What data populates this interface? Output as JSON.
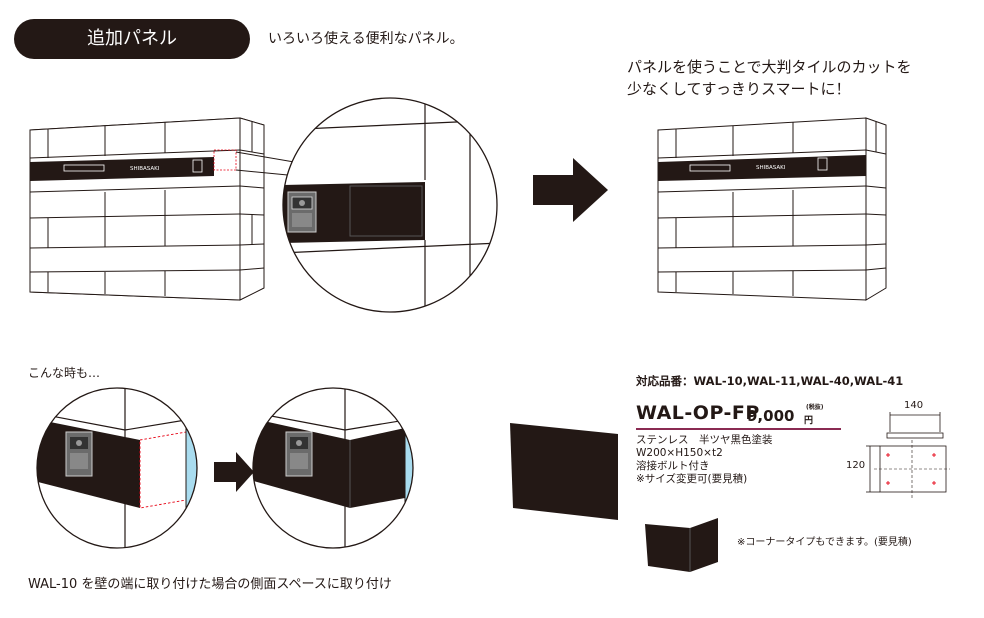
{
  "header": {
    "title": "追加パネル",
    "tagline": "いろいろ使える便利なパネル。"
  },
  "panel_illustration": {
    "nameplate_text": "SHIBASAKI"
  },
  "right_caption": {
    "line1": "パネルを使うことで大判タイルのカットを",
    "line2": "少なくしてすっきりスマートに！"
  },
  "side_case": {
    "label": "こんな時も…",
    "caption": "WAL-10 を壁の端に取り付けた場合の側面スペースに取り付け"
  },
  "product": {
    "compatible": "対応品番：WAL-10,WAL-11,WAL-40,WAL-41",
    "model": "WAL-OP-FP",
    "price": "9,000",
    "price_unit": "円",
    "price_tax": "(税抜)",
    "specs": [
      "ステンレス　半ツヤ黒色塗装",
      "W200×H150×t2",
      "溶接ボルト付き",
      "※サイズ変更可(要見積)"
    ],
    "corner_note": "※コーナータイプもできます。(要見積)",
    "dim_width": "140",
    "dim_height": "120"
  },
  "colors": {
    "dark": "#231815",
    "accent_line": "#8a2a52",
    "dotted_red": "#e60012",
    "glass_blue": "#a9dcef"
  }
}
